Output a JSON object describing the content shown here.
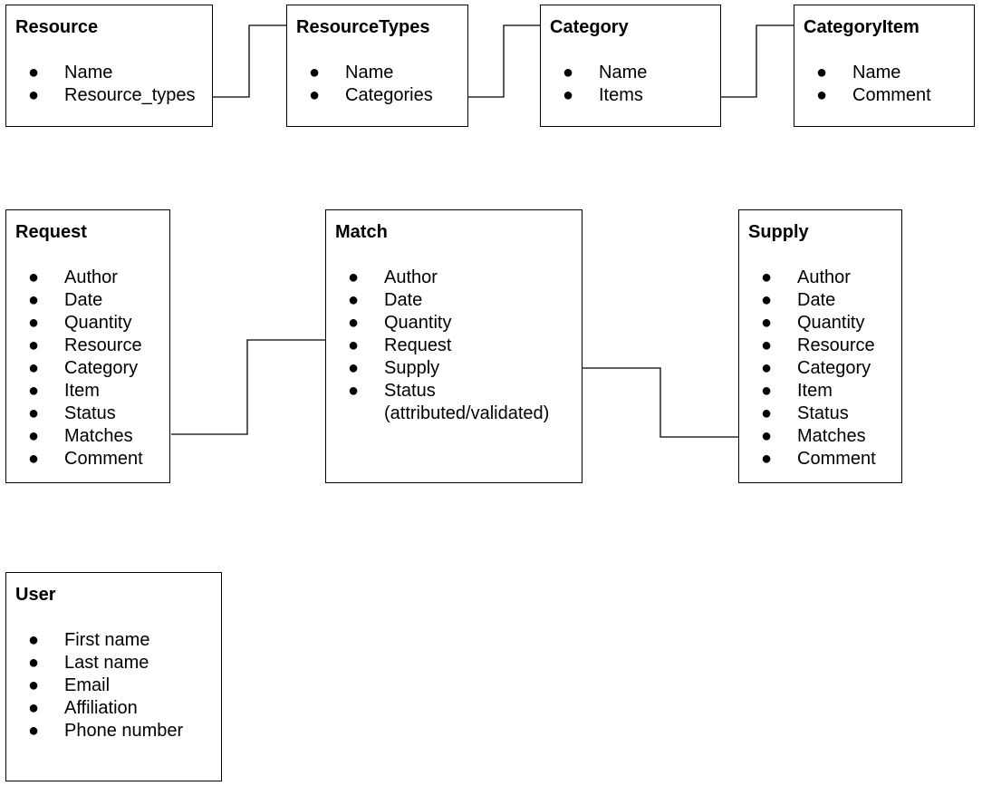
{
  "entities": {
    "resource": {
      "title": "Resource",
      "fields": [
        "Name",
        "Resource_types"
      ]
    },
    "resource_types": {
      "title": "ResourceTypes",
      "fields": [
        "Name",
        "Categories"
      ]
    },
    "category": {
      "title": "Category",
      "fields": [
        "Name",
        "Items"
      ]
    },
    "category_item": {
      "title": "CategoryItem",
      "fields": [
        "Name",
        "Comment"
      ]
    },
    "request": {
      "title": "Request",
      "fields": [
        "Author",
        "Date",
        "Quantity",
        "Resource",
        "Category",
        "Item",
        "Status",
        "Matches",
        "Comment"
      ]
    },
    "match": {
      "title": "Match",
      "fields": [
        "Author",
        "Date",
        "Quantity",
        "Request",
        "Supply",
        "Status\n(attributed/validated)"
      ]
    },
    "supply": {
      "title": "Supply",
      "fields": [
        "Author",
        "Date",
        "Quantity",
        "Resource",
        "Category",
        "Item",
        "Status",
        "Matches",
        "Comment"
      ]
    },
    "user": {
      "title": "User",
      "fields": [
        "First name",
        "Last name",
        "Email",
        "Affiliation",
        "Phone number"
      ]
    }
  },
  "bullet_glyph": "●"
}
